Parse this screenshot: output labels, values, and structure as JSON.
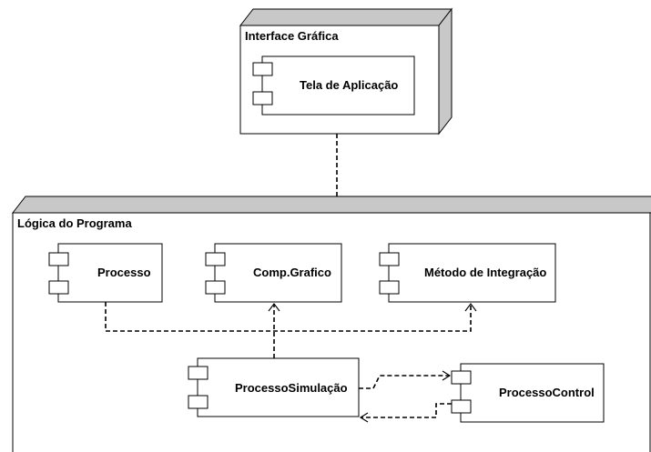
{
  "nodes": {
    "interface": {
      "title": "Interface Gráfica"
    },
    "logic": {
      "title": "Lógica do Programa"
    }
  },
  "components": {
    "tela": "Tela de Aplicação",
    "processo": "Processo",
    "comp_grafico": "Comp.Grafico",
    "metodo": "Método de Integração",
    "simulacao": "ProcessoSimulação",
    "control": "ProcessoControl"
  },
  "colors": {
    "line": "#000000",
    "node_side": "#c8c8c8",
    "background": "#ffffff"
  }
}
